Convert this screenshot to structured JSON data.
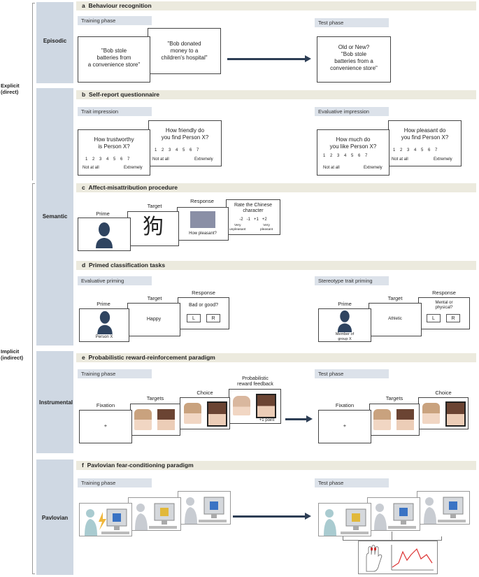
{
  "left_labels": {
    "explicit": "Explicit\n(direct)",
    "implicit": "Implicit\n(indirect)"
  },
  "categories": {
    "episodic": "Episodic",
    "semantic": "Semantic",
    "instrumental": "Instrumental",
    "pavlovian": "Pavlovian"
  },
  "panel_a": {
    "letter": "a",
    "title": "Behaviour recognition",
    "training_phase": "Training phase",
    "test_phase": "Test phase",
    "box1": "\"Bob stole\nbatteries from\na convenience store\"",
    "box2": "\"Bob donated\nmoney to a\nchildren's hospital\"",
    "test_box": "Old or New?\n\"Bob stole\nbatteries from a\nconvenience store\""
  },
  "panel_b": {
    "letter": "b",
    "title": "Self-report questionnaire",
    "trait_impression": "Trait impression",
    "evaluative_impression": "Evaluative impression",
    "q1": "How trustworthy\nis Person X?",
    "q2": "How friendly do\nyou find Person X?",
    "q3": "How much do\nyou like Person X?",
    "q4": "How pleasant do\nyou find Person X?",
    "scale": "1    2    3    4    5    6    7",
    "not_at_all": "Not at all",
    "extremely": "Extremely"
  },
  "panel_c": {
    "letter": "c",
    "title": "Affect-misattribution procedure",
    "prime": "Prime",
    "target": "Target",
    "response": "Response",
    "character": "狗",
    "how_pleasant": "How pleasant?",
    "rate": "Rate the Chinese\ncharacter",
    "rate_scale": "-2   -1   +1   +2",
    "very_unpleasant": "Very\nunpleasant",
    "very_pleasant": "Very\npleasant"
  },
  "panel_d": {
    "letter": "d",
    "title": "Primed classification tasks",
    "evaluative_priming": "Evaluative priming",
    "stereotype_priming": "Stereotype trait priming",
    "prime": "Prime",
    "target": "Target",
    "response": "Response",
    "person_x": "Person X",
    "happy": "Happy",
    "bad_or_good": "Bad or good?",
    "key_l": "L",
    "key_r": "R",
    "member": "Member of\ngroup X",
    "athletic": "Athletic",
    "mental_physical": "Mental or\nphysical?"
  },
  "panel_e": {
    "letter": "e",
    "title": "Probabilistic reward-reinforcement paradigm",
    "training_phase": "Training phase",
    "test_phase": "Test phase",
    "fixation": "Fixation",
    "targets": "Targets",
    "choice": "Choice",
    "feedback": "Probabilistic\nreward feedback",
    "plus": "+",
    "point": "+1 point"
  },
  "panel_f": {
    "letter": "f",
    "title": "Pavlovian fear-conditioning paradigm",
    "training_phase": "Training phase",
    "test_phase": "Test phase"
  },
  "colors": {
    "header_bg": "#eceade",
    "phase_bg": "#dce2ea",
    "category_bg": "#cfd8e3",
    "arrow": "#2d3e55",
    "silhouette": "#2f4460"
  }
}
